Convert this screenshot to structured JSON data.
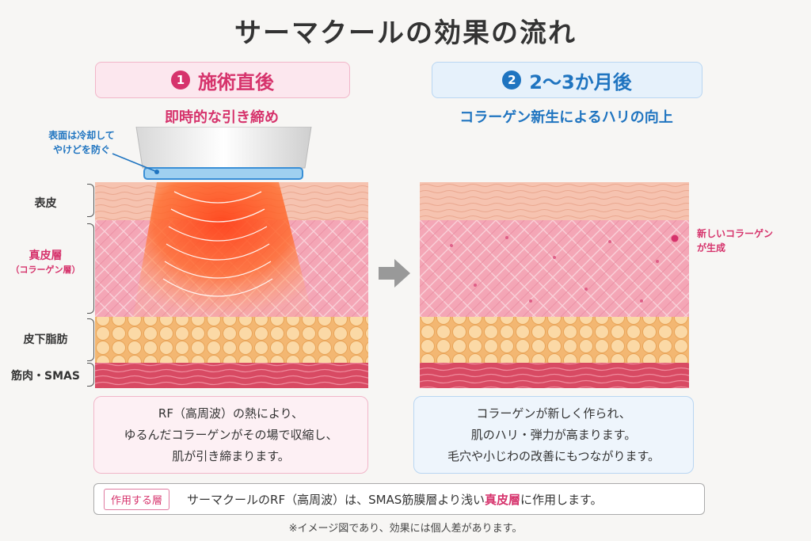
{
  "title": "サーマクールの効果の流れ",
  "left_panel": {
    "number": "1",
    "heading": "施術直後",
    "subheading": "即時的な引き締め",
    "device_note_line1": "表面は冷却して",
    "device_note_line2": "やけどを防ぐ",
    "description_lines": [
      "RF（高周波）の熱により、",
      "ゆるんだコラーゲンがその場で収縮し、",
      "肌が引き締まります。"
    ]
  },
  "right_panel": {
    "number": "2",
    "heading": "2〜3か月後",
    "subheading": "コラーゲン新生によるハリの向上",
    "collagen_note_line1": "新しいコラーゲン",
    "collagen_note_line2": "が生成",
    "description_lines": [
      "コラーゲンが新しく作られ、",
      "肌のハリ・弾力が高まります。",
      "毛穴や小じわの改善にもつながります。"
    ]
  },
  "layers": {
    "epidermis": "表皮",
    "dermis": "真皮層",
    "dermis_sub": "（コラーゲン層）",
    "subcutaneous": "皮下脂肪",
    "muscle": "筋肉・SMAS"
  },
  "bottom_bar": {
    "tag": "作用する層",
    "text_before": "サーマクールのRF（高周波）は、SMAS筋膜層より浅い",
    "highlight": "真皮層",
    "text_after": "に作用します。"
  },
  "footnote": "※イメージ図であり、効果には個人差があります。",
  "colors": {
    "pink_accent": "#d6336c",
    "blue_accent": "#1f74c0",
    "skin": "#f5c4b6",
    "dermis": "#f2a7b4",
    "fat": "#f7c98a",
    "muscle": "#d9465f",
    "heat": "#ff5a1f"
  },
  "icons": [
    "arrow-right-icon",
    "rf-device-icon",
    "collagen-dot-icon"
  ]
}
